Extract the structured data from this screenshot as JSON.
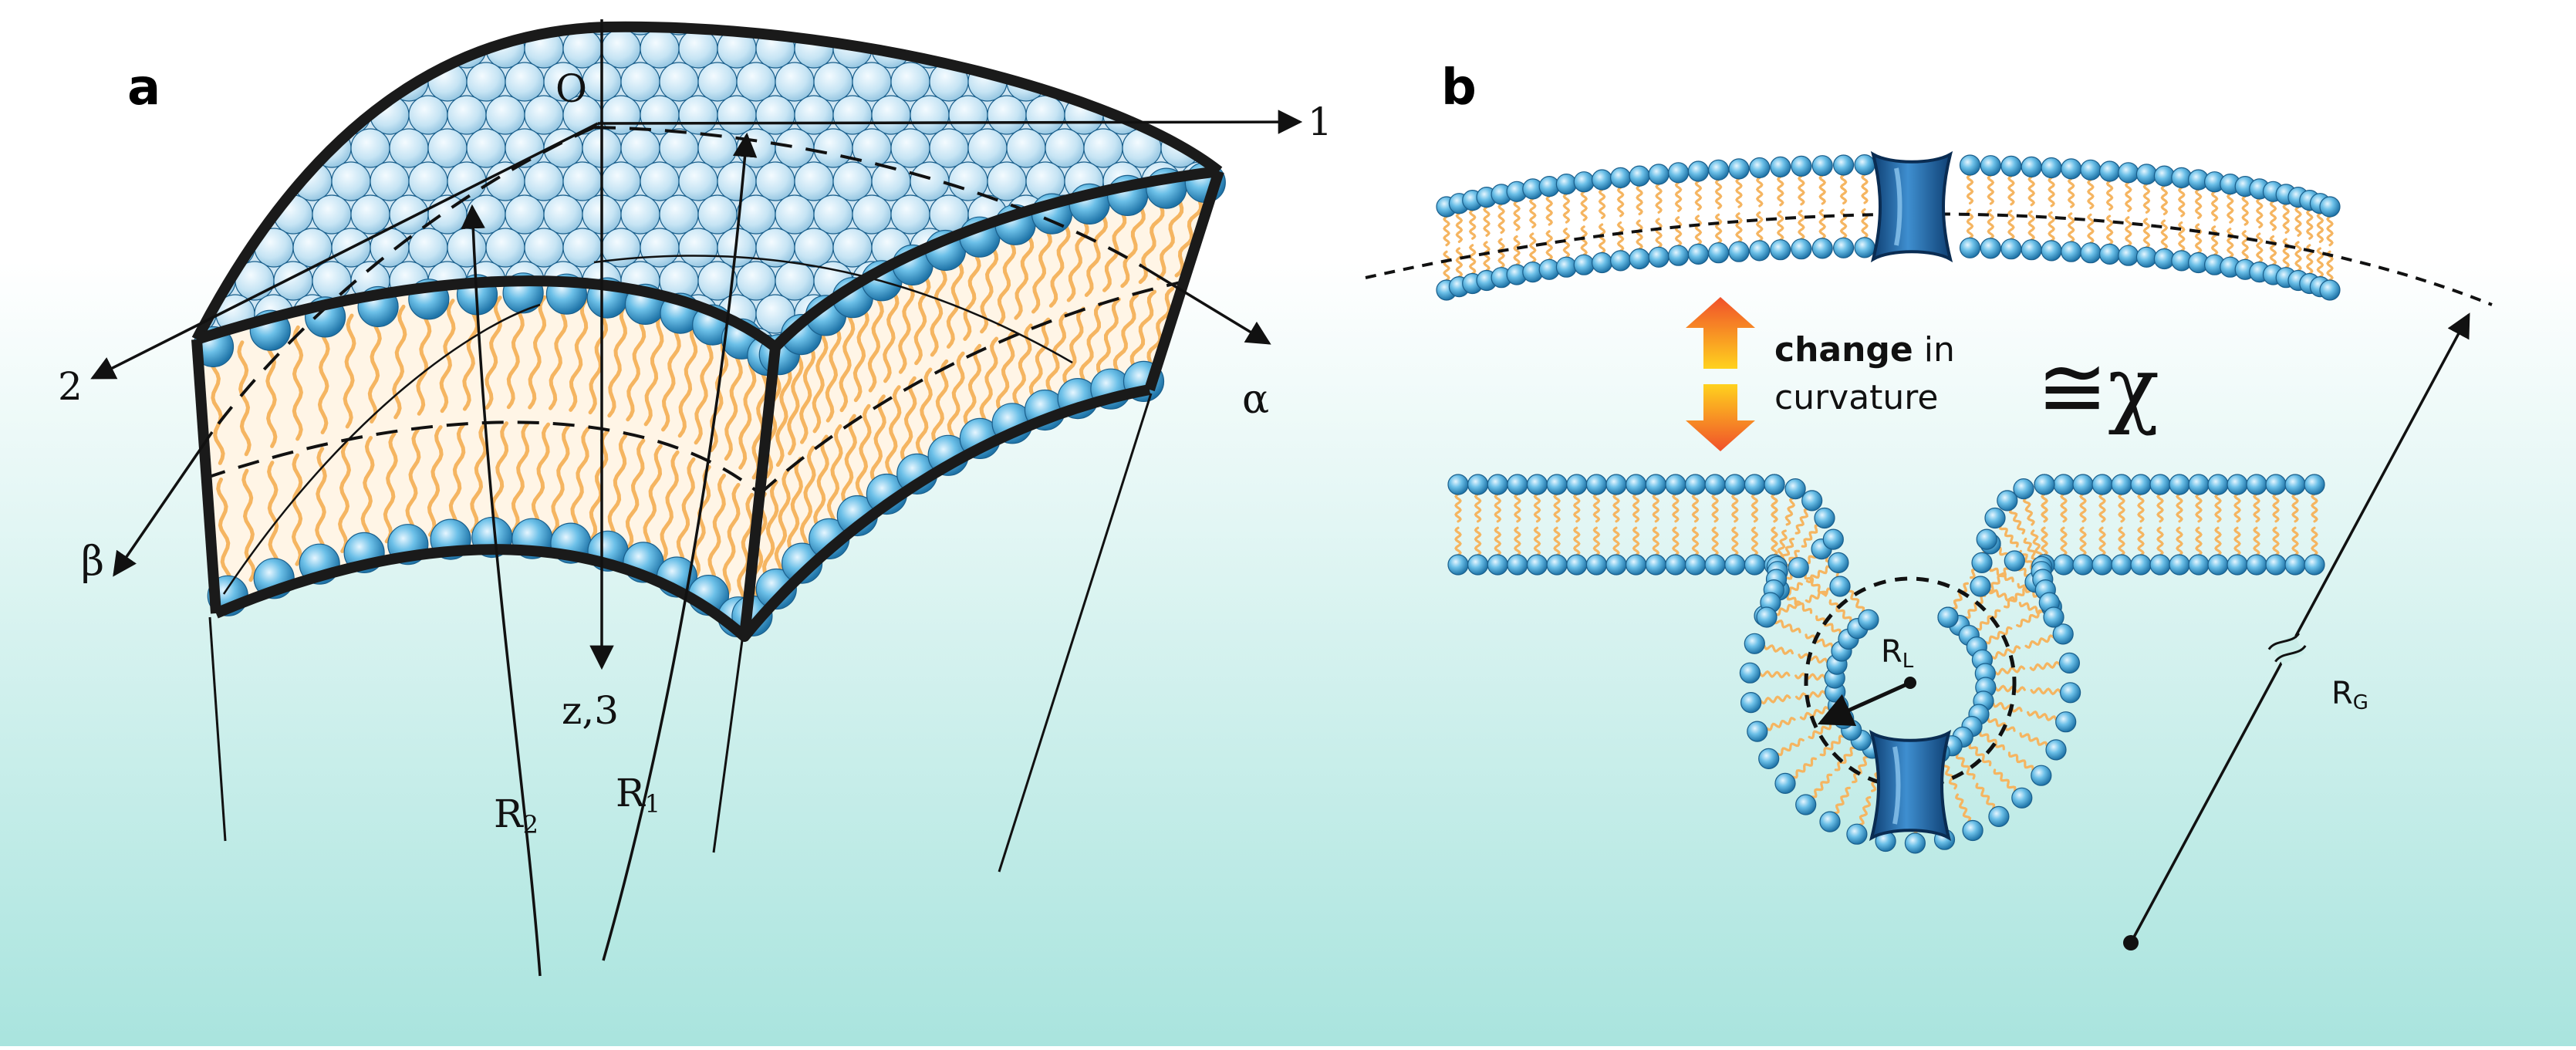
{
  "panel_a": {
    "label": "a",
    "axis_labels": {
      "origin": "O",
      "axis_1": "1",
      "axis_2": "2",
      "axis_3": "z,3",
      "alpha": "α",
      "beta": "β",
      "radius_1": "R",
      "radius_1_sub": "1",
      "radius_2": "R",
      "radius_2_sub": "2"
    }
  },
  "panel_b": {
    "label": "b",
    "caption_bold": "change",
    "caption_in": " in",
    "caption_line2": "curvature",
    "approx_symbol": "≅χ",
    "local_radius": "R",
    "local_radius_sub": "L",
    "global_radius": "R",
    "global_radius_sub": "G"
  },
  "colors": {
    "background_top": "#ffffff",
    "background_bottom": "#a9e4de",
    "headgroup": "#3f9fd0",
    "tail": "#f5b561",
    "protein": "#1b5f9c",
    "arrow_top": "#f0502a",
    "arrow_mid": "#ffd21e"
  }
}
